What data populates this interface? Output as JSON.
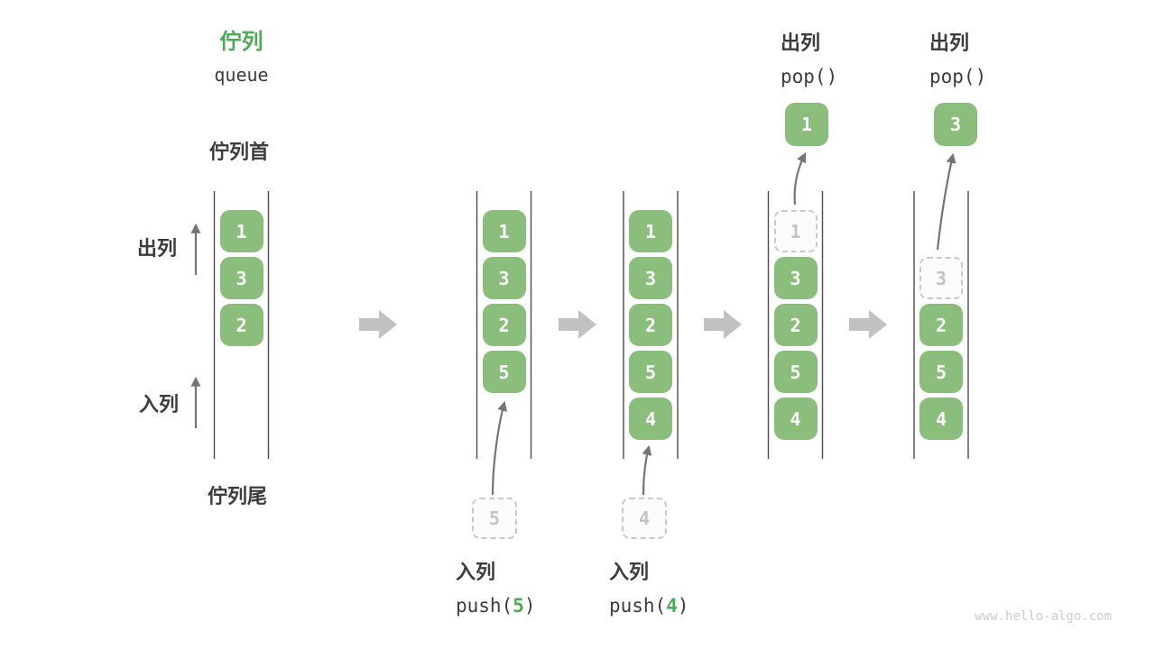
{
  "colors": {
    "box_green": "#8bbd7c",
    "accent_green": "#4fa85a",
    "text_dark": "#3c3c3c",
    "thin_arrow_gray": "#757575",
    "block_arrow_gray": "#c1c1c1",
    "wall_gray": "#4d4d4d",
    "ghost_border": "#c9c9c9",
    "ghost_text": "#c3c3c3",
    "watermark_gray": "#cccccc"
  },
  "title": {
    "zh": "佇列",
    "en": "queue"
  },
  "side_labels": {
    "front": "佇列首",
    "rear": "佇列尾",
    "dequeue": "出列",
    "enqueue": "入列"
  },
  "watermark": "www.hello-algo.com",
  "diagram": {
    "description": "queue enqueue (push) and dequeue (pop) operation sequence, five states left to right",
    "columns": [
      {
        "slots": [
          {
            "row": 1,
            "value": "1",
            "kind": "solid"
          },
          {
            "row": 2,
            "value": "3",
            "kind": "solid"
          },
          {
            "row": 3,
            "value": "2",
            "kind": "solid"
          }
        ]
      },
      {
        "slots": [
          {
            "row": 1,
            "value": "1",
            "kind": "solid"
          },
          {
            "row": 2,
            "value": "3",
            "kind": "solid"
          },
          {
            "row": 3,
            "value": "2",
            "kind": "solid"
          },
          {
            "row": 4,
            "value": "5",
            "kind": "solid"
          }
        ],
        "pending": {
          "value": "5"
        },
        "caption": {
          "zh": "入列",
          "code_prefix": "push(",
          "code_arg": "5",
          "code_suffix": ")"
        }
      },
      {
        "slots": [
          {
            "row": 1,
            "value": "1",
            "kind": "solid"
          },
          {
            "row": 2,
            "value": "3",
            "kind": "solid"
          },
          {
            "row": 3,
            "value": "2",
            "kind": "solid"
          },
          {
            "row": 4,
            "value": "5",
            "kind": "solid"
          },
          {
            "row": 5,
            "value": "4",
            "kind": "solid"
          }
        ],
        "pending": {
          "value": "4"
        },
        "caption": {
          "zh": "入列",
          "code_prefix": "push(",
          "code_arg": "4",
          "code_suffix": ")"
        }
      },
      {
        "slots": [
          {
            "row": 1,
            "value": "1",
            "kind": "ghost"
          },
          {
            "row": 2,
            "value": "3",
            "kind": "solid"
          },
          {
            "row": 3,
            "value": "2",
            "kind": "solid"
          },
          {
            "row": 4,
            "value": "5",
            "kind": "solid"
          },
          {
            "row": 5,
            "value": "4",
            "kind": "solid"
          }
        ],
        "popped": {
          "value": "1"
        },
        "top_caption": {
          "zh": "出列",
          "code": "pop()"
        }
      },
      {
        "slots": [
          {
            "row": 2,
            "value": "3",
            "kind": "ghost"
          },
          {
            "row": 3,
            "value": "2",
            "kind": "solid"
          },
          {
            "row": 4,
            "value": "5",
            "kind": "solid"
          },
          {
            "row": 5,
            "value": "4",
            "kind": "solid"
          }
        ],
        "popped": {
          "value": "3"
        },
        "top_caption": {
          "zh": "出列",
          "code": "pop()"
        }
      }
    ]
  }
}
